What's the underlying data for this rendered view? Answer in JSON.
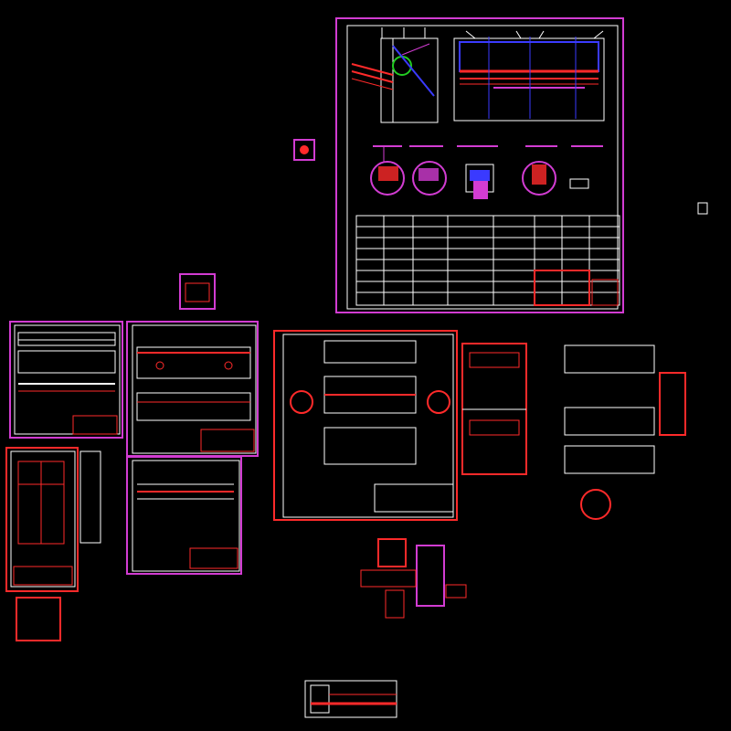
{
  "app": {
    "view": "cad-model-space-overview",
    "background": "#000000"
  },
  "colors": {
    "magenta": "#d23cd2",
    "red": "#ff2a2a",
    "white": "#ffffff",
    "blue": "#3a3aff",
    "green": "#22cc22",
    "dark_red": "#9a1010"
  },
  "sheets": [
    {
      "id": "assembly-main",
      "kind": "assembly"
    },
    {
      "id": "part-1",
      "kind": "part"
    },
    {
      "id": "part-2",
      "kind": "part"
    },
    {
      "id": "part-3",
      "kind": "part"
    },
    {
      "id": "part-4",
      "kind": "part"
    },
    {
      "id": "part-5",
      "kind": "part"
    },
    {
      "id": "part-6",
      "kind": "part"
    },
    {
      "id": "part-7",
      "kind": "part"
    },
    {
      "id": "part-8",
      "kind": "part"
    }
  ]
}
